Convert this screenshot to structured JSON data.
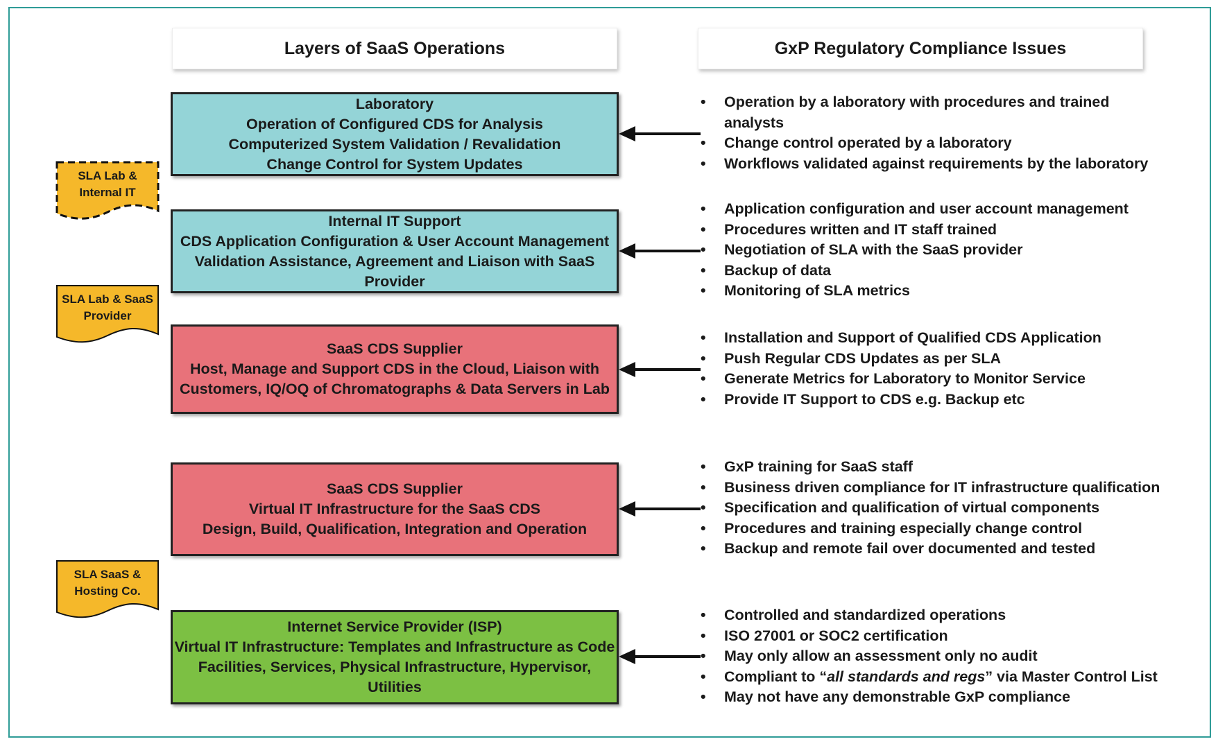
{
  "headers": {
    "left": "Layers of SaaS Operations",
    "right": "GxP Regulatory Compliance Issues"
  },
  "layers": [
    {
      "color": "#94d4d7",
      "lines": [
        "Laboratory",
        "Operation of Configured CDS for Analysis",
        "Computerized System Validation / Revalidation",
        "Change Control for System Updates"
      ],
      "issues": [
        "Operation by a laboratory with procedures and trained analysts",
        "Change control operated by a laboratory",
        "Workflows validated against requirements by the laboratory"
      ]
    },
    {
      "color": "#94d4d7",
      "lines": [
        "Internal IT Support",
        "CDS Application Configuration & User Account Management",
        "Validation Assistance, Agreement and Liaison with SaaS",
        "Provider"
      ],
      "issues": [
        "Application configuration and user account management",
        "Procedures written and IT staff trained",
        "Negotiation of SLA with the SaaS provider",
        "Backup of data",
        "Monitoring of SLA metrics"
      ]
    },
    {
      "color": "#e8727a",
      "lines": [
        "SaaS CDS Supplier",
        "Host, Manage and Support CDS in the Cloud, Liaison with",
        "Customers, IQ/OQ of Chromatographs & Data Servers in Lab"
      ],
      "issues": [
        "Installation and Support of Qualified CDS Application",
        "Push Regular CDS Updates as per SLA",
        "Generate Metrics for Laboratory to Monitor Service",
        "Provide IT Support to CDS e.g. Backup etc"
      ]
    },
    {
      "color": "#e8727a",
      "lines": [
        "SaaS CDS Supplier",
        "Virtual IT Infrastructure for the SaaS CDS",
        "Design, Build, Qualification, Integration and Operation"
      ],
      "issues": [
        "GxP training for SaaS staff",
        "Business driven compliance for IT infrastructure qualification",
        "Specification and qualification of virtual components",
        "Procedures and training especially change control",
        "Backup and remote fail over documented and tested"
      ]
    },
    {
      "color": "#7cc043",
      "lines": [
        "Internet Service Provider (ISP)",
        "Virtual IT Infrastructure: Templates and Infrastructure as Code",
        "Facilities, Services, Physical Infrastructure, Hypervisor, Utilities"
      ],
      "issues": [
        "Controlled and standardized operations",
        "ISO 27001 or SOC2 certification",
        "May only allow an assessment only no audit",
        "Compliant to “all standards and regs” via Master Control List",
        "May not have any demonstrable GxP compliance"
      ]
    }
  ],
  "issue_emphasis": {
    "prefix": "Compliant to “",
    "italic": "all standards and regs",
    "suffix": "” via Master Control List"
  },
  "sla_docs": [
    {
      "line1": "SLA Lab &",
      "line2": "Internal IT",
      "color": "#f5b82a",
      "border": "dashed"
    },
    {
      "line1": "SLA Lab & SaaS",
      "line2": "Provider",
      "color": "#f5b82a",
      "border": "solid"
    },
    {
      "line1": "SLA SaaS &",
      "line2": "Hosting Co.",
      "color": "#f5b82a",
      "border": "solid"
    }
  ]
}
